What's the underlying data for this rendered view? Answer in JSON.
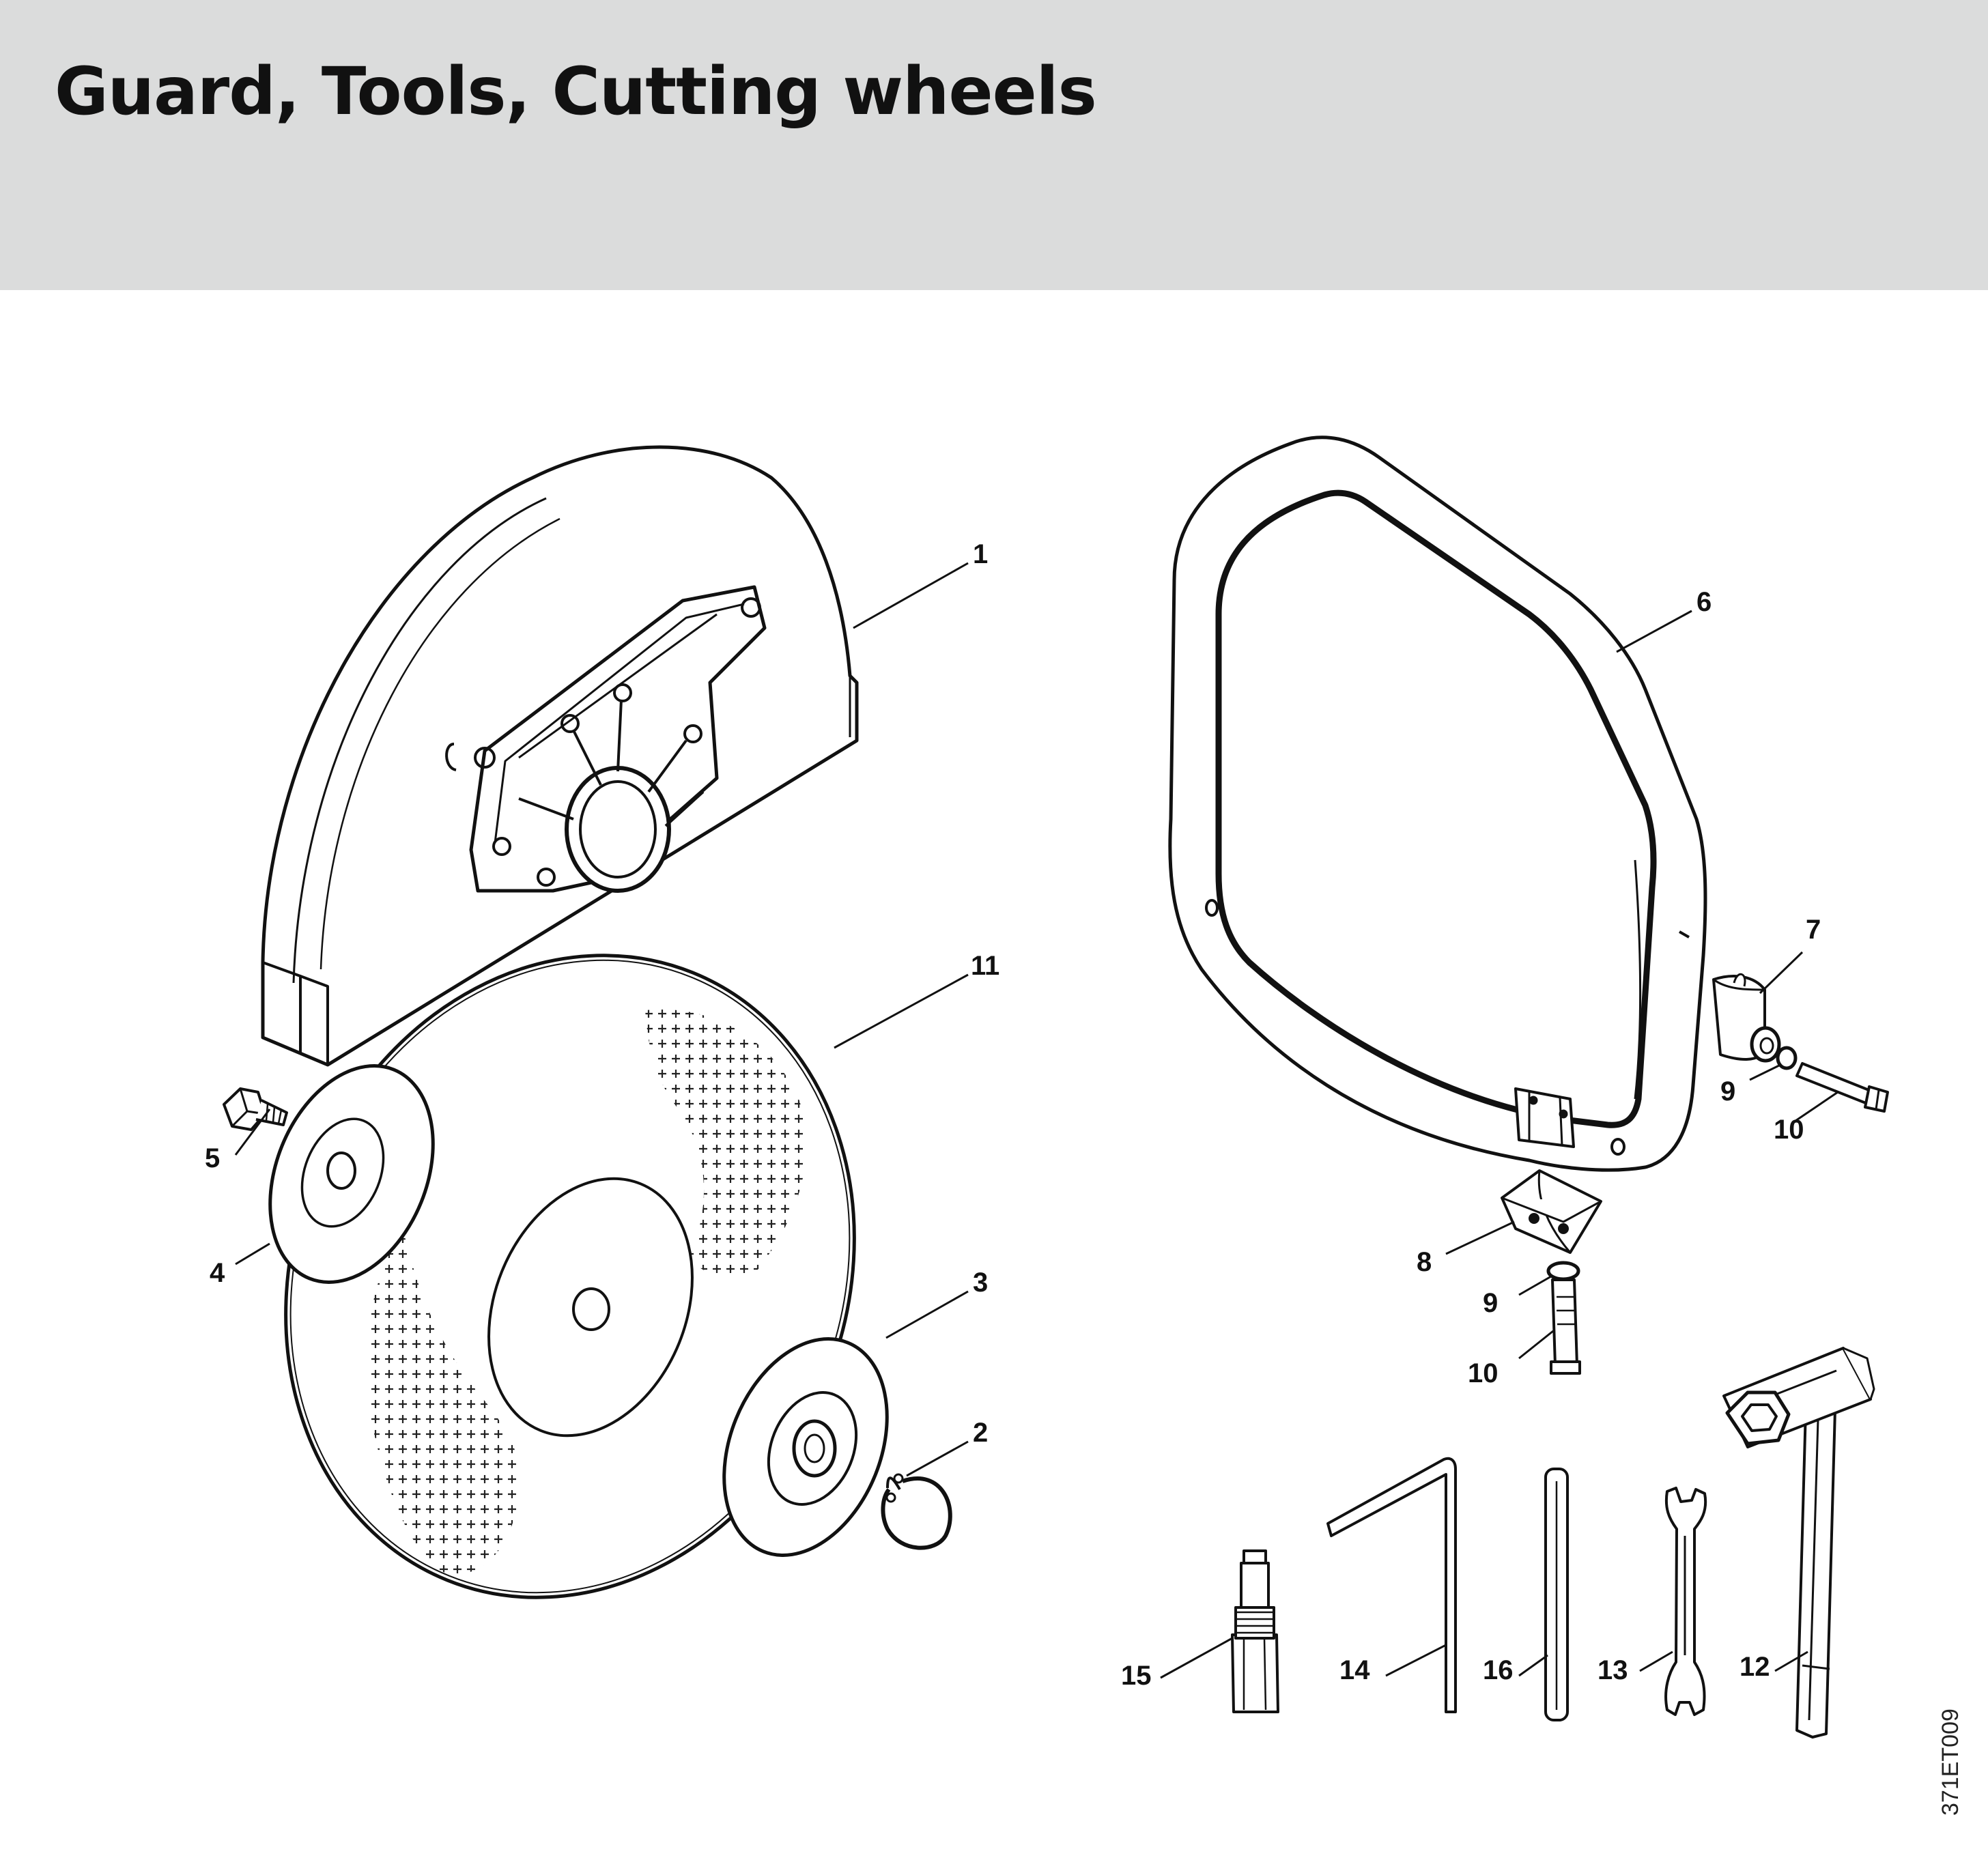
{
  "header": {
    "title": "Guard, Tools, Cutting wheels"
  },
  "diagram": {
    "reference_code": "371ET009",
    "callouts": {
      "c1": "1",
      "c2": "2",
      "c3": "3",
      "c4": "4",
      "c5": "5",
      "c6": "6",
      "c7": "7",
      "c8": "8",
      "c9a": "9",
      "c9b": "9",
      "c10a": "10",
      "c10b": "10",
      "c11": "11",
      "c12": "12",
      "c13": "13",
      "c14": "14",
      "c15": "15",
      "c16": "16"
    }
  }
}
